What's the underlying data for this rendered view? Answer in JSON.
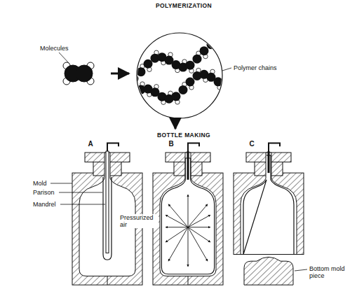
{
  "diagram": {
    "labels": [
      "POLYMERIZATION",
      "Molecules",
      "Polymer chains",
      "BOTTLE MAKING",
      "A",
      "B",
      "C",
      "Mold",
      "Parison",
      "Mandrel",
      "Pressurized air",
      "Bottom mold piece"
    ]
  }
}
